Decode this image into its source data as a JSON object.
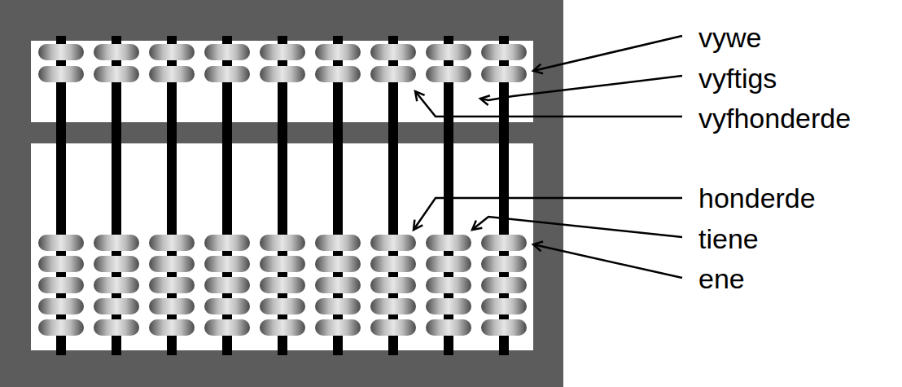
{
  "diagram": {
    "labels": [
      "vywe",
      "vyftigs",
      "vyfhonderde",
      "honderde",
      "tiene",
      "ene"
    ]
  }
}
